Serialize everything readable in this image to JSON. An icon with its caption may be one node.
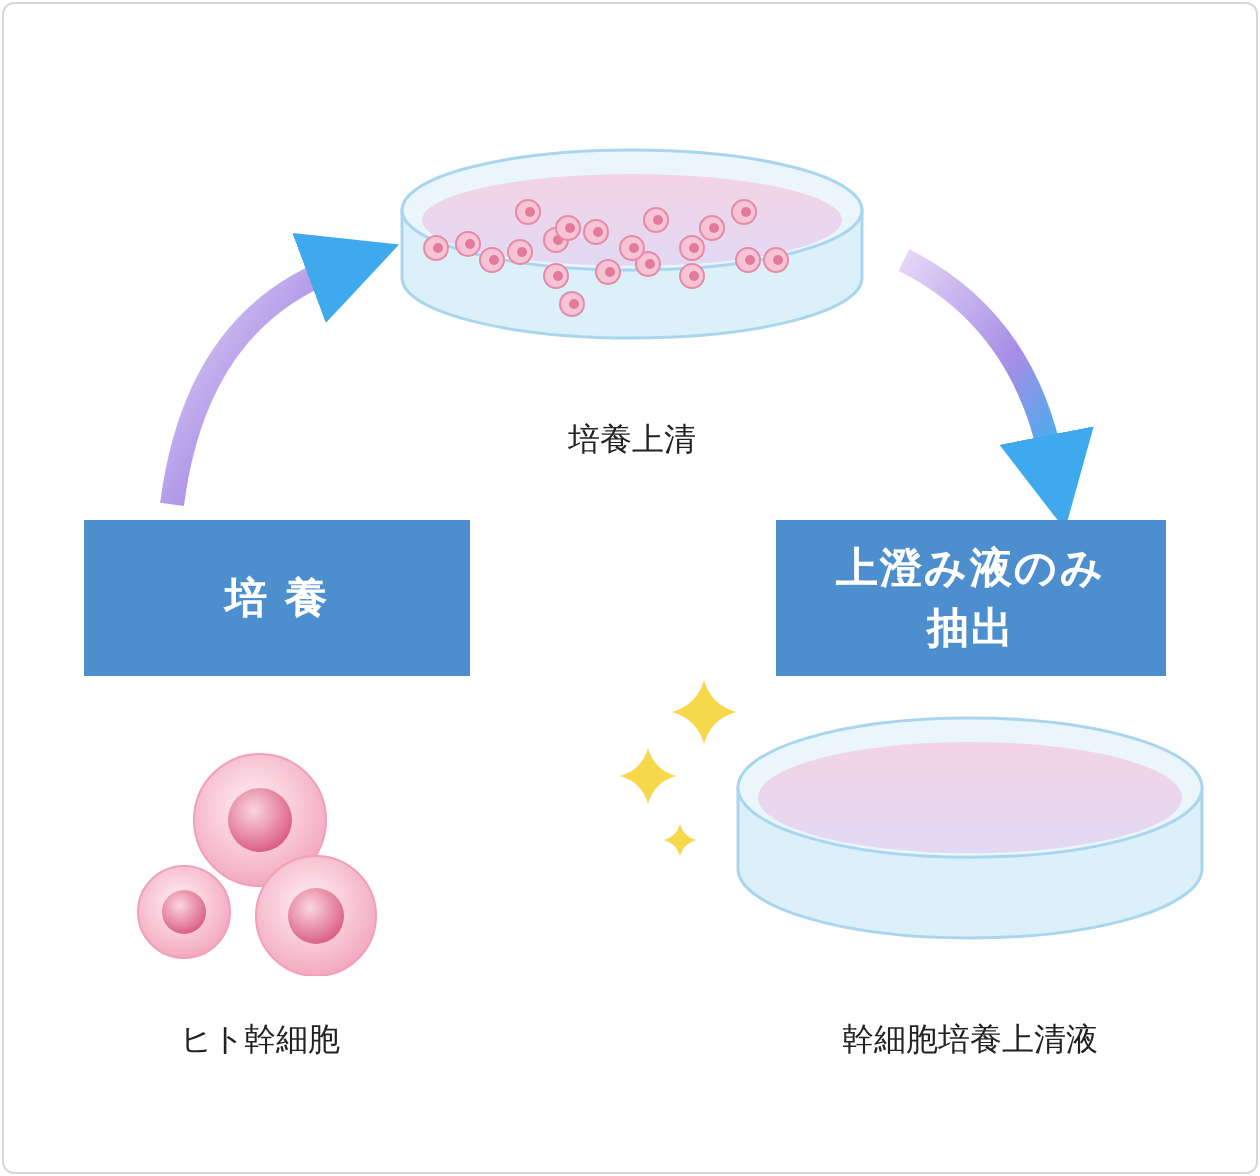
{
  "diagram": {
    "nodes": [
      {
        "text": [],
        "shape": "picture",
        "beside": [
          "培養上清"
        ]
      },
      {
        "text": [
          "培 養"
        ]
      },
      {
        "text": [
          "上澄み液のみ抽出"
        ]
      },
      {
        "text": [],
        "shape": "picture",
        "beside": [
          "ヒト幹細胞"
        ]
      },
      {
        "text": [],
        "shape": "cylinder",
        "beside": [
          "幹細胞培養上清液"
        ]
      }
    ],
    "edges": [
      {
        "from": 1,
        "to": 0,
        "arrow": "to"
      },
      {
        "from": 0,
        "to": 2,
        "arrow": "to"
      }
    ]
  }
}
